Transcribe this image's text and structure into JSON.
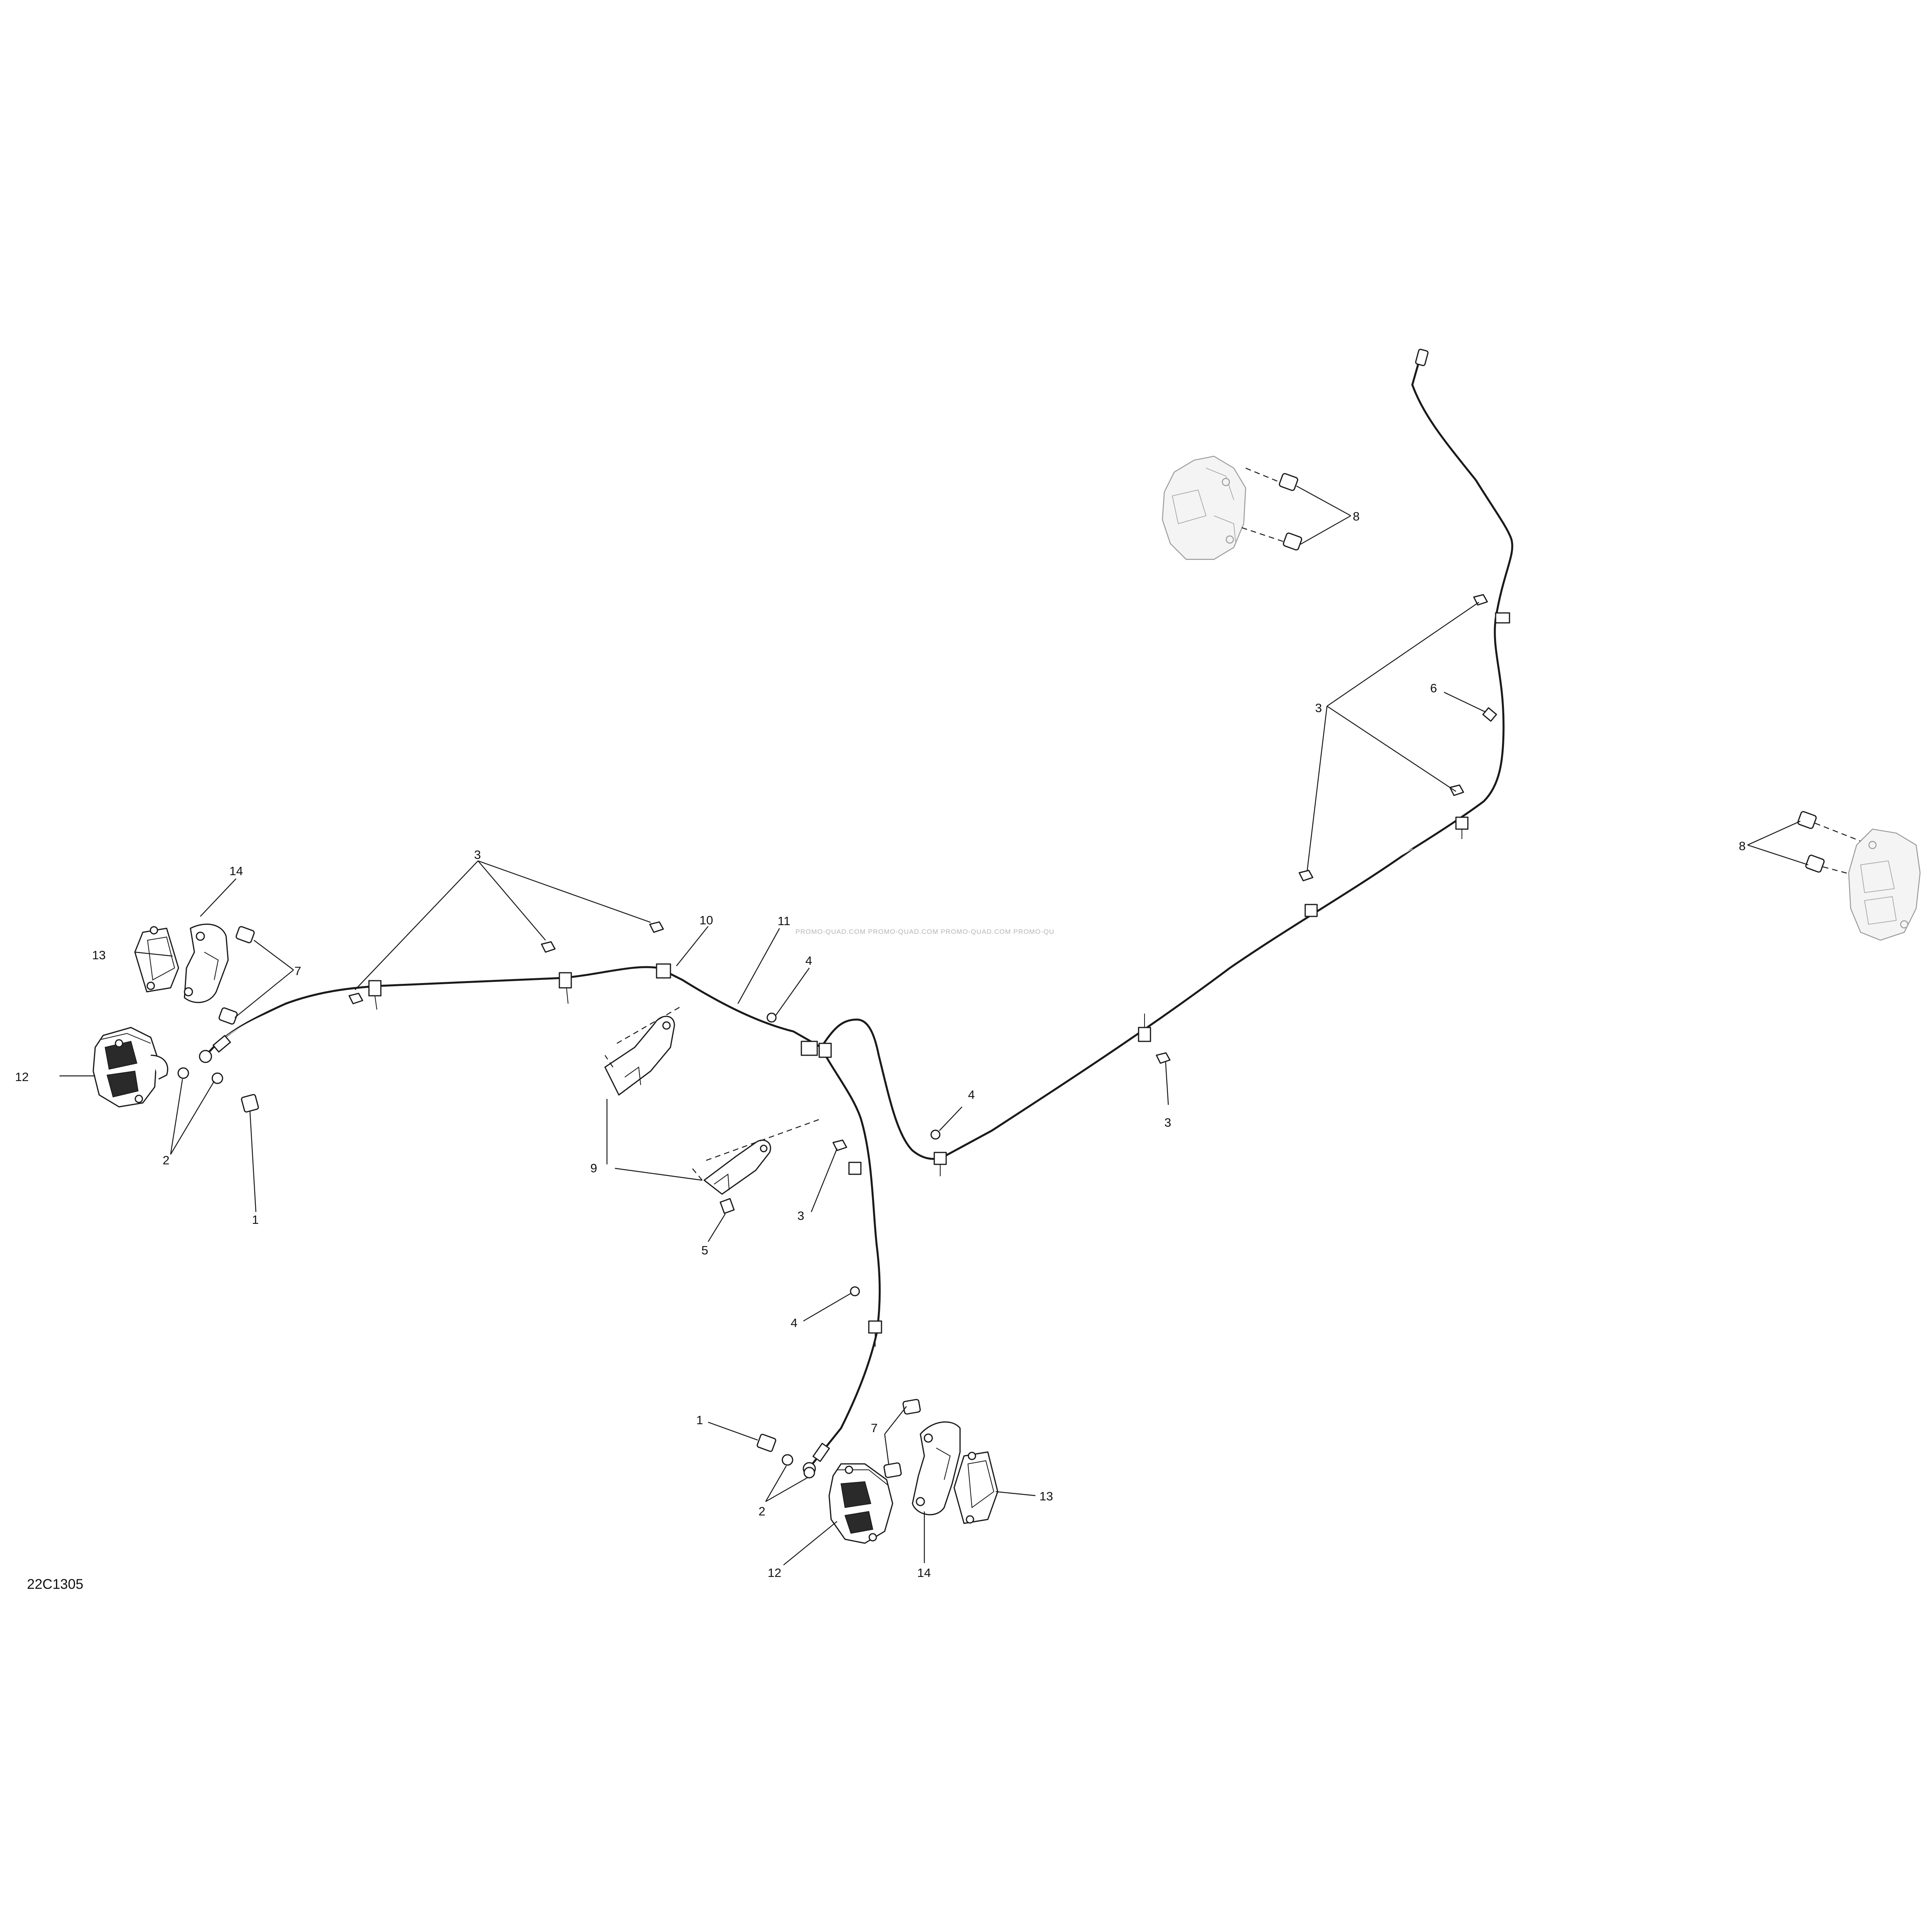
{
  "diagram": {
    "drawing_code": "22C1305",
    "watermark": "PROMO-QUAD.COM   PROMO-QUAD.COM   PROMO-QUAD.COM   PROMO-QU",
    "callouts": {
      "c1a": "1",
      "c1b": "1",
      "c2a": "2",
      "c2b": "2",
      "c3a": "3",
      "c3b": "3",
      "c3c": "3",
      "c3d": "3",
      "c4a": "4",
      "c4b": "4",
      "c4c": "4",
      "c5": "5",
      "c6": "6",
      "c7a": "7",
      "c7b": "7",
      "c8a": "8",
      "c8b": "8",
      "c9": "9",
      "c10": "10",
      "c11": "11",
      "c12a": "12",
      "c12b": "12",
      "c13a": "13",
      "c13b": "13",
      "c14a": "14",
      "c14b": "14"
    }
  }
}
